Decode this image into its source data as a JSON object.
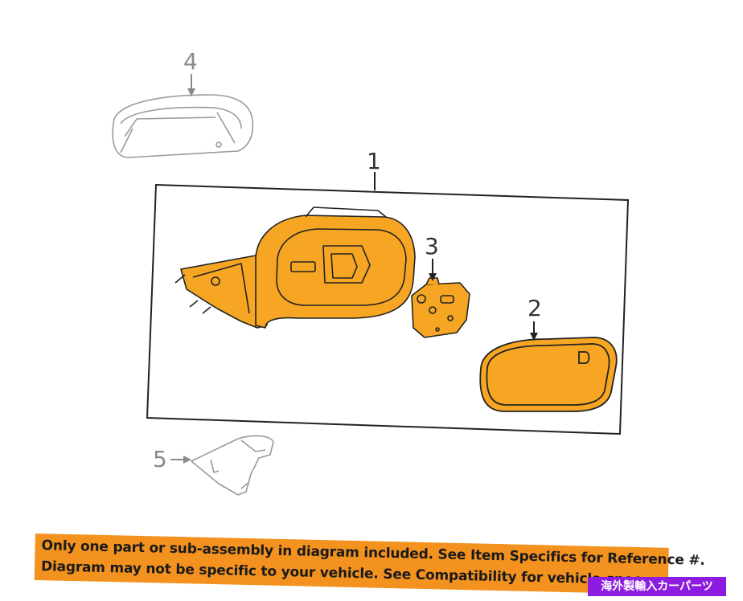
{
  "callouts": {
    "c1": "1",
    "c2": "2",
    "c3": "3",
    "c4": "4",
    "c5": "5"
  },
  "disclaimer": {
    "line1": "Only one part or sub-assembly in diagram included. See Item Specifics for Reference #.",
    "line2": "Diagram may not be specific to your vehicle. See Compatibility for vehicle-spec"
  },
  "watermark": "海外製輸入カーパーツ",
  "colors": {
    "part_fill": "#f6a623",
    "part_stroke": "#222222",
    "ghost_stroke": "#9a9a9a",
    "banner": "#f3921f",
    "watermark_bg": "#8c1de0"
  }
}
